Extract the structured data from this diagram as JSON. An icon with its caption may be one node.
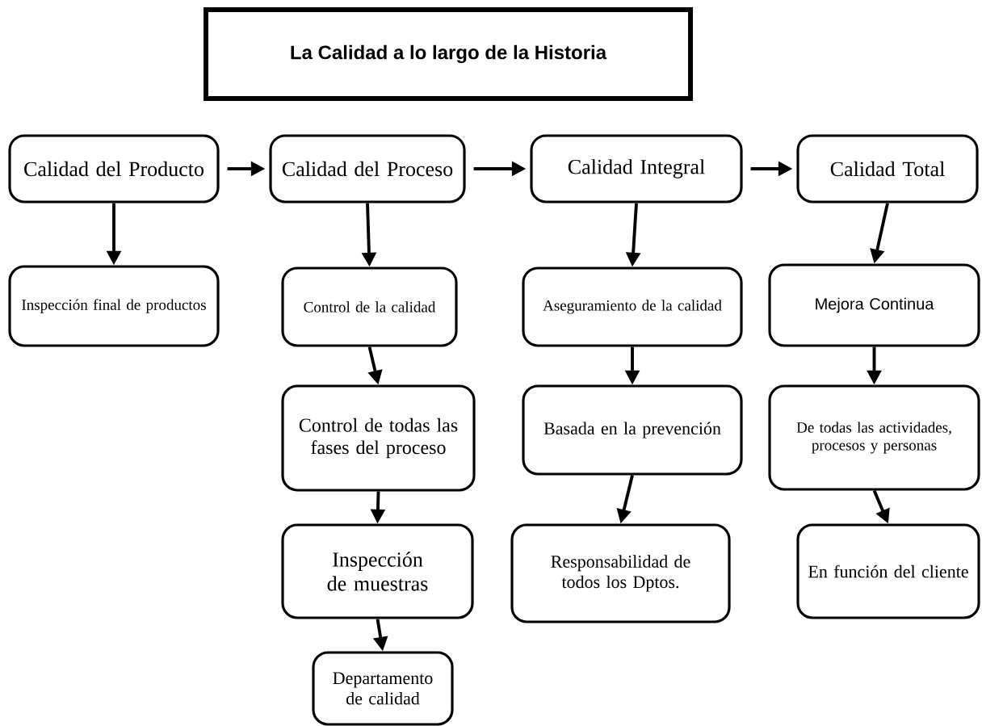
{
  "diagram": {
    "title": "La Calidad a lo largo de la Historia",
    "nodes": [
      {
        "text": [
          "Calidad del Producto"
        ]
      },
      {
        "text": [
          "Calidad del Proceso"
        ]
      },
      {
        "text": [
          "Calidad Integral"
        ]
      },
      {
        "text": [
          "Calidad Total"
        ]
      },
      {
        "text": [
          "Inspección final de productos"
        ]
      },
      {
        "text": [
          "Control de la calidad"
        ]
      },
      {
        "text": [
          "Control de todas las fases del proceso"
        ]
      },
      {
        "text": [
          "Inspección de muestras"
        ]
      },
      {
        "text": [
          "Departamento de calidad"
        ]
      },
      {
        "text": [
          "Aseguramiento de la calidad"
        ]
      },
      {
        "text": [
          "Basada en la prevención"
        ]
      },
      {
        "text": [
          "Responsabilidad de todos los Dptos."
        ]
      },
      {
        "text": [
          "Mejora Continua"
        ]
      },
      {
        "text": [
          "De todas las actividades, procesos y personas"
        ]
      },
      {
        "text": [
          "En función del cliente"
        ]
      }
    ],
    "edges": [
      {
        "from": 0,
        "to": 1,
        "arrow": "to"
      },
      {
        "from": 1,
        "to": 2,
        "arrow": "to"
      },
      {
        "from": 2,
        "to": 3,
        "arrow": "to"
      },
      {
        "from": 0,
        "to": 4,
        "arrow": "to"
      },
      {
        "from": 1,
        "to": 5,
        "arrow": "to"
      },
      {
        "from": 5,
        "to": 6,
        "arrow": "to"
      },
      {
        "from": 6,
        "to": 7,
        "arrow": "to"
      },
      {
        "from": 7,
        "to": 8,
        "arrow": "to"
      },
      {
        "from": 2,
        "to": 9,
        "arrow": "to"
      },
      {
        "from": 9,
        "to": 10,
        "arrow": "to"
      },
      {
        "from": 10,
        "to": 11,
        "arrow": "to"
      },
      {
        "from": 3,
        "to": 12,
        "arrow": "to"
      },
      {
        "from": 12,
        "to": 13,
        "arrow": "to"
      },
      {
        "from": 13,
        "to": 14,
        "arrow": "to"
      }
    ]
  }
}
